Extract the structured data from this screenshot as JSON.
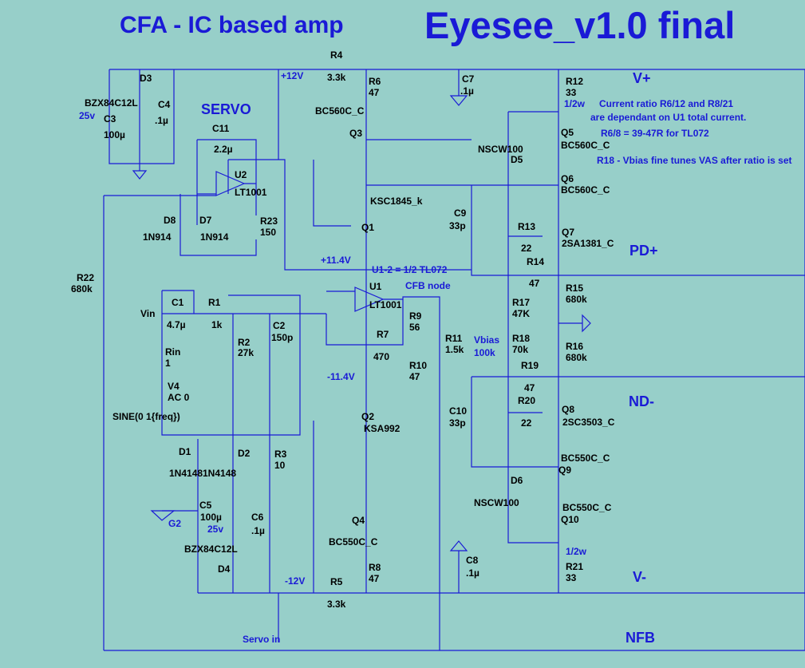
{
  "title": {
    "left": "CFA - IC based amp",
    "right": "Eyesee_v1.0 final"
  },
  "headers": {
    "servo": "SERVO",
    "vplus": "V+",
    "pdplus": "PD+",
    "ndminus": "ND-",
    "vminus": "V-",
    "nfb": "NFB"
  },
  "notes": {
    "n1": "Current ratio R6/12 and R8/21",
    "n2": "are dependant on U1 total current.",
    "n3": "R6/8 = 39-47R for TL072",
    "n4": "R18 - Vbias fine tunes VAS after ratio is set"
  },
  "rails": {
    "p12": "+12V",
    "p11": "+11.4V",
    "m11": "-11.4V",
    "m12": "-12V"
  },
  "node_labels": {
    "u1_2": "U1-2 = 1/2 TL072",
    "cfb": "CFB node",
    "vbias": "Vbias",
    "vbias_val": "100k",
    "vin": "Vin",
    "g2": "G2",
    "servo_in": "Servo in",
    "half_w_top": "1/2w",
    "half_w_bot": "1/2w",
    "v25_top": "25v",
    "v25_bot": "25v"
  },
  "components": [
    {
      "ref": "D3",
      "value": ""
    },
    {
      "ref": "BZX84C12L",
      "value": ""
    },
    {
      "ref": "C3",
      "value": "100µ"
    },
    {
      "ref": "C4",
      "value": ".1µ"
    },
    {
      "ref": "C11",
      "value": "2.2µ"
    },
    {
      "ref": "U2",
      "value": "LT1001"
    },
    {
      "ref": "D8",
      "value": "1N914"
    },
    {
      "ref": "D7",
      "value": "1N914"
    },
    {
      "ref": "R23",
      "value": "150"
    },
    {
      "ref": "R22",
      "value": "680k"
    },
    {
      "ref": "C1",
      "value": "4.7µ"
    },
    {
      "ref": "R1",
      "value": "1k"
    },
    {
      "ref": "R2",
      "value": "27k"
    },
    {
      "ref": "C2",
      "value": "150p"
    },
    {
      "ref": "Rin",
      "value": "1"
    },
    {
      "ref": "V4",
      "value": "AC 0"
    },
    {
      "ref": "SINE(0 1{freq})",
      "value": ""
    },
    {
      "ref": "D1",
      "value": "1N4148"
    },
    {
      "ref": "D2",
      "value": "1N4148"
    },
    {
      "ref": "R3",
      "value": "10"
    },
    {
      "ref": "C5",
      "value": "100µ"
    },
    {
      "ref": "C6",
      "value": ".1µ"
    },
    {
      "ref": "BZX84C12L",
      "value": ""
    },
    {
      "ref": "D4",
      "value": ""
    },
    {
      "ref": "R4",
      "value": "3.3k"
    },
    {
      "ref": "R6",
      "value": "47"
    },
    {
      "ref": "BC560C_C",
      "value": ""
    },
    {
      "ref": "Q3",
      "value": ""
    },
    {
      "ref": "KSC1845_k",
      "value": ""
    },
    {
      "ref": "Q1",
      "value": ""
    },
    {
      "ref": "U1",
      "value": "LT1001"
    },
    {
      "ref": "R9",
      "value": "56"
    },
    {
      "ref": "R7",
      "value": "470"
    },
    {
      "ref": "R10",
      "value": "47"
    },
    {
      "ref": "R11",
      "value": "1.5k"
    },
    {
      "ref": "Q2",
      "value": "KSA992"
    },
    {
      "ref": "Q4",
      "value": "BC550C_C"
    },
    {
      "ref": "R8",
      "value": "47"
    },
    {
      "ref": "R5",
      "value": "3.3k"
    },
    {
      "ref": "C7",
      "value": ".1µ"
    },
    {
      "ref": "C8",
      "value": ".1µ"
    },
    {
      "ref": "D5",
      "value": "NSCW100"
    },
    {
      "ref": "D6",
      "value": "NSCW100"
    },
    {
      "ref": "C9",
      "value": "33p"
    },
    {
      "ref": "C10",
      "value": "33p"
    },
    {
      "ref": "R12",
      "value": "33"
    },
    {
      "ref": "Q5",
      "value": "BC560C_C"
    },
    {
      "ref": "Q6",
      "value": "BC560C_C"
    },
    {
      "ref": "R13",
      "value": "22"
    },
    {
      "ref": "Q7",
      "value": "2SA1381_C"
    },
    {
      "ref": "R14",
      "value": "47"
    },
    {
      "ref": "R15",
      "value": "680k"
    },
    {
      "ref": "R17",
      "value": "47K"
    },
    {
      "ref": "R18",
      "value": "70k"
    },
    {
      "ref": "R16",
      "value": "680k"
    },
    {
      "ref": "R19",
      "value": "47"
    },
    {
      "ref": "R20",
      "value": "22"
    },
    {
      "ref": "Q8",
      "value": "2SC3503_C"
    },
    {
      "ref": "Q9",
      "value": "BC550C_C"
    },
    {
      "ref": "Q10",
      "value": "BC550C_C"
    },
    {
      "ref": "R21",
      "value": "33"
    }
  ],
  "colors": {
    "background": "#97cfc9",
    "wire": "#1a1ad6",
    "component_text": "#000000",
    "note_text": "#1a1ad6"
  }
}
